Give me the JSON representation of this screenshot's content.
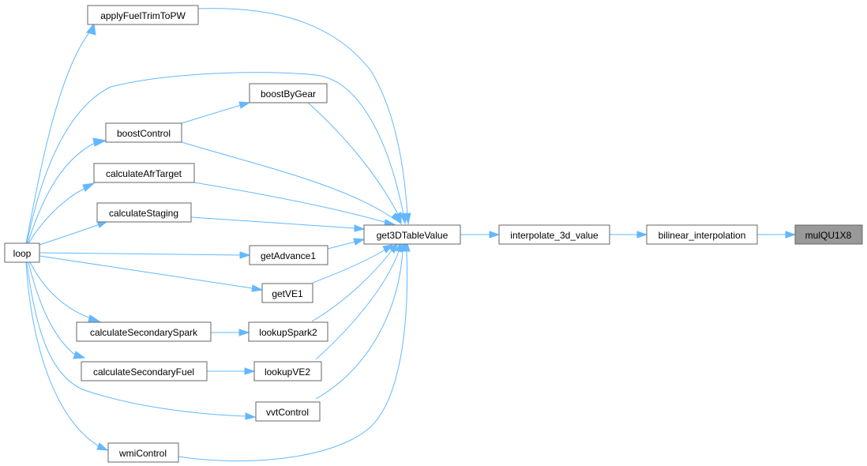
{
  "graph": {
    "edge_color": "#63b8ff",
    "node_border_color": "#666666",
    "current_node_color": "#999999",
    "nodes": {
      "loop": "loop",
      "applyFuelTrimToPW": "applyFuelTrimToPW",
      "boostControl": "boostControl",
      "boostByGear": "boostByGear",
      "calculateAfrTarget": "calculateAfrTarget",
      "calculateStaging": "calculateStaging",
      "getAdvance1": "getAdvance1",
      "getVE1": "getVE1",
      "calculateSecondarySpark": "calculateSecondarySpark",
      "lookupSpark2": "lookupSpark2",
      "calculateSecondaryFuel": "calculateSecondaryFuel",
      "lookupVE2": "lookupVE2",
      "vvtControl": "vvtControl",
      "wmiControl": "wmiControl",
      "get3DTableValue": "get3DTableValue",
      "interpolate_3d_value": "interpolate_3d_value",
      "bilinear_interpolation": "bilinear_interpolation",
      "mulQU1X8": "mulQU1X8"
    }
  }
}
